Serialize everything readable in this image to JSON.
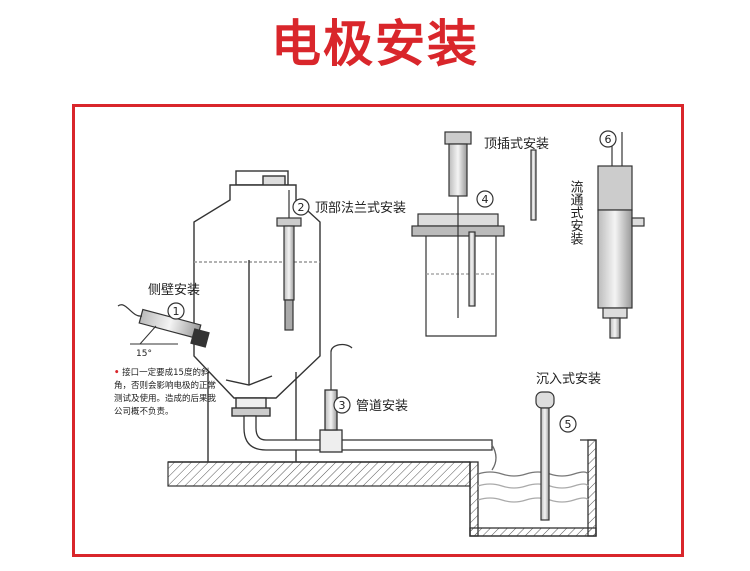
{
  "title": "电极安装",
  "labels": {
    "side_wall": "侧壁安装",
    "num1": "1",
    "angle": "15°",
    "top_flange": "顶部法兰式安装",
    "num2": "2",
    "pipeline": "管道安装",
    "num3": "3",
    "top_insert": "顶插式安装",
    "num4": "4",
    "immersion": "沉入式安装",
    "num5": "5",
    "num6": "6",
    "flow_through": "流通式安装"
  },
  "note": {
    "bullet": "•",
    "text": "接口一定要成15度的斜角，否则会影响电极的正常测试及使用。造成的后果我公司概不负责。"
  },
  "colors": {
    "title_red": "#d9262b",
    "frame_red": "#d9262b",
    "line": "#333333"
  }
}
